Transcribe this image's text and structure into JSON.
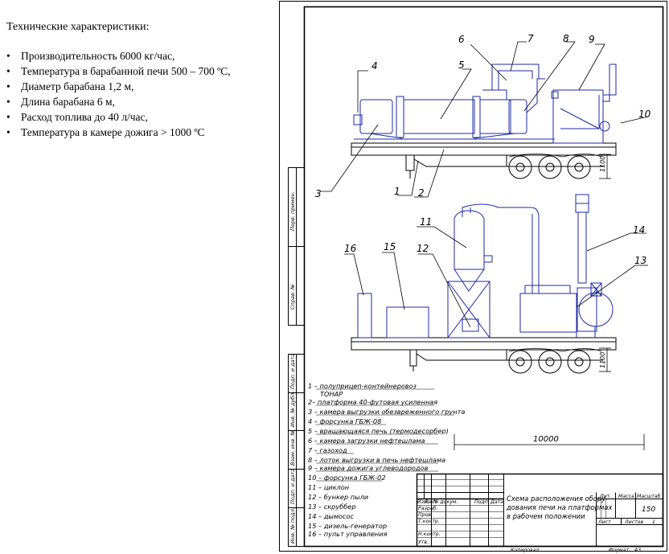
{
  "specs": {
    "title": "Технические характеристики:",
    "items": [
      "Производительность 6000 кг/час,",
      "Температура в барабанной печи 500 – 700 ºС,",
      "Диаметр барабана 1,2 м,",
      "Длина барабана 6 м,",
      "Расход топлива до 40 л/час,",
      "Температура в камере дожига  > 1000 ºС"
    ]
  },
  "drawing": {
    "callouts_top": [
      "1",
      "2",
      "3",
      "4",
      "5",
      "6",
      "7",
      "8",
      "9",
      "10"
    ],
    "callouts_bottom": [
      "11",
      "12",
      "13",
      "14",
      "15",
      "16"
    ],
    "dim_height_top": "1100",
    "dim_height_bottom": "1100",
    "dim_length": "10000",
    "side_labels": [
      "Перв. примен.",
      "Справ. №",
      "Подп. и дата",
      "Инв. № дубл.",
      "Взам. инв. №",
      "Подп. и дата",
      "Инв. № подл."
    ],
    "legend": [
      "1 – полуприцеп-контейнеровоз",
      "ТОНАР",
      "2– платформа 40-футовая усиленная",
      "3 – камера выгрузки обезвреженного грунта",
      "4 – форсунка ГБЖ-08",
      "5 – вращающаяся печь (термодесорбер)",
      "6 – камера загрузки нефтешлама",
      "7 – газоход",
      "8 – лоток выгрузки в печь нефтешлама",
      "9 – камера дожига углеводородов",
      "10 – форсунка ГБЖ-02",
      "11 – циклон",
      "12 – бункер пыли",
      "13 – скруббер",
      "14 – дымосос",
      "15 – дизель-генератор",
      "16 – пульт управления"
    ],
    "stamp": {
      "col_headers": [
        "Изм.",
        "Лист",
        "№ докум.",
        "Подп.",
        "Дата"
      ],
      "row_labels": [
        "Разраб.",
        "Пров.",
        "Т.контр.",
        "Н.контр.",
        "Утв."
      ],
      "title_lines": [
        "Схема расположения обору-",
        "дования печи на платформах",
        "в рабочем положении"
      ],
      "lit_label": "Лит.",
      "mass_label": "Масса",
      "scale_label": "Масштаб",
      "scale_value": "150",
      "sheet_label": "Лист",
      "sheets_label": "Листов",
      "sheets_value": "1",
      "copied_label": "Копировал",
      "format_label": "Формат",
      "format_value": "А3"
    }
  },
  "colors": {
    "equipment": "#1c2aa6",
    "frame": "#000000"
  }
}
